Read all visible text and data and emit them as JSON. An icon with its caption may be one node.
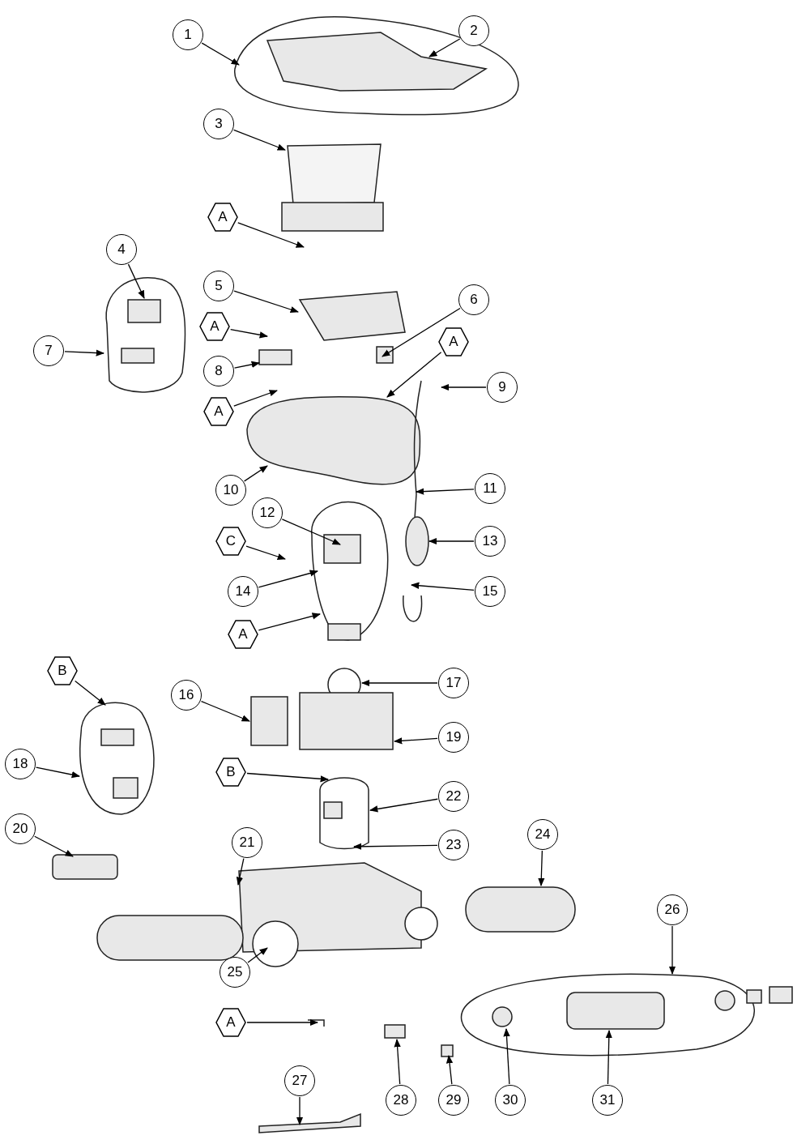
{
  "diagram": {
    "nodes": [
      {
        "text": [
          "1"
        ]
      },
      {
        "text": [
          "2"
        ]
      },
      {
        "text": [
          "3"
        ]
      },
      {
        "text": [
          "A"
        ]
      },
      {
        "text": [
          "4"
        ]
      },
      {
        "text": [
          "5"
        ]
      },
      {
        "text": [
          "6"
        ]
      },
      {
        "text": [
          "A"
        ]
      },
      {
        "text": [
          "A"
        ]
      },
      {
        "text": [
          "7"
        ]
      },
      {
        "text": [
          "8"
        ]
      },
      {
        "text": [
          "9"
        ]
      },
      {
        "text": [
          "A"
        ]
      },
      {
        "text": [
          "10"
        ]
      },
      {
        "text": [
          "11"
        ]
      },
      {
        "text": [
          "12"
        ]
      },
      {
        "text": [
          "13"
        ]
      },
      {
        "text": [
          "C"
        ]
      },
      {
        "text": [
          "14"
        ]
      },
      {
        "text": [
          "15"
        ]
      },
      {
        "text": [
          "A"
        ]
      },
      {
        "text": [
          "B"
        ]
      },
      {
        "text": [
          "17"
        ]
      },
      {
        "text": [
          "16"
        ]
      },
      {
        "text": [
          "19"
        ]
      },
      {
        "text": [
          "18"
        ]
      },
      {
        "text": [
          "B"
        ]
      },
      {
        "text": [
          "22"
        ]
      },
      {
        "text": [
          "20"
        ]
      },
      {
        "text": [
          "21"
        ]
      },
      {
        "text": [
          "24"
        ]
      },
      {
        "text": [
          "23"
        ]
      },
      {
        "text": [
          "26"
        ]
      },
      {
        "text": [
          "25"
        ]
      },
      {
        "text": [
          "A"
        ]
      },
      {
        "text": [
          "27"
        ]
      },
      {
        "text": [
          "28"
        ]
      },
      {
        "text": [
          "29"
        ]
      },
      {
        "text": [
          "30"
        ]
      },
      {
        "text": [
          "31"
        ]
      }
    ],
    "edges": [
      {
        "from": 0,
        "to": null,
        "arrow": "to"
      },
      {
        "from": 1,
        "to": null,
        "arrow": "to"
      },
      {
        "from": 2,
        "to": null,
        "arrow": "to"
      },
      {
        "from": 3,
        "to": null,
        "arrow": "to"
      },
      {
        "from": 4,
        "to": null,
        "arrow": "to"
      },
      {
        "from": 5,
        "to": null,
        "arrow": "to"
      },
      {
        "from": 6,
        "to": null,
        "arrow": "to"
      },
      {
        "from": 7,
        "to": null,
        "arrow": "to"
      },
      {
        "from": 8,
        "to": null,
        "arrow": "to"
      },
      {
        "from": 9,
        "to": null,
        "arrow": "to"
      },
      {
        "from": 10,
        "to": null,
        "arrow": "to"
      },
      {
        "from": 11,
        "to": null,
        "arrow": "to"
      },
      {
        "from": 12,
        "to": null,
        "arrow": "to"
      },
      {
        "from": 13,
        "to": null,
        "arrow": "to"
      },
      {
        "from": 14,
        "to": null,
        "arrow": "to"
      },
      {
        "from": 15,
        "to": null,
        "arrow": "to"
      },
      {
        "from": 16,
        "to": null,
        "arrow": "to"
      },
      {
        "from": 17,
        "to": null,
        "arrow": "to"
      },
      {
        "from": 18,
        "to": null,
        "arrow": "to"
      },
      {
        "from": 19,
        "to": null,
        "arrow": "to"
      },
      {
        "from": 20,
        "to": null,
        "arrow": "to"
      },
      {
        "from": 21,
        "to": null,
        "arrow": "to"
      },
      {
        "from": 22,
        "to": null,
        "arrow": "to"
      },
      {
        "from": 23,
        "to": null,
        "arrow": "to"
      },
      {
        "from": 24,
        "to": null,
        "arrow": "to"
      },
      {
        "from": 25,
        "to": null,
        "arrow": "to"
      },
      {
        "from": 26,
        "to": null,
        "arrow": "to"
      },
      {
        "from": 27,
        "to": null,
        "arrow": "to"
      },
      {
        "from": 28,
        "to": null,
        "arrow": "to"
      },
      {
        "from": 29,
        "to": null,
        "arrow": "to"
      },
      {
        "from": 30,
        "to": null,
        "arrow": "to"
      },
      {
        "from": 31,
        "to": null,
        "arrow": "to"
      },
      {
        "from": 32,
        "to": null,
        "arrow": "to"
      },
      {
        "from": 33,
        "to": null,
        "arrow": "to"
      },
      {
        "from": 34,
        "to": null,
        "arrow": "to"
      },
      {
        "from": 35,
        "to": null,
        "arrow": "to"
      },
      {
        "from": 36,
        "to": null,
        "arrow": "to"
      },
      {
        "from": 37,
        "to": null,
        "arrow": "to"
      },
      {
        "from": 38,
        "to": null,
        "arrow": "to"
      },
      {
        "from": 39,
        "to": null,
        "arrow": "to"
      }
    ]
  }
}
